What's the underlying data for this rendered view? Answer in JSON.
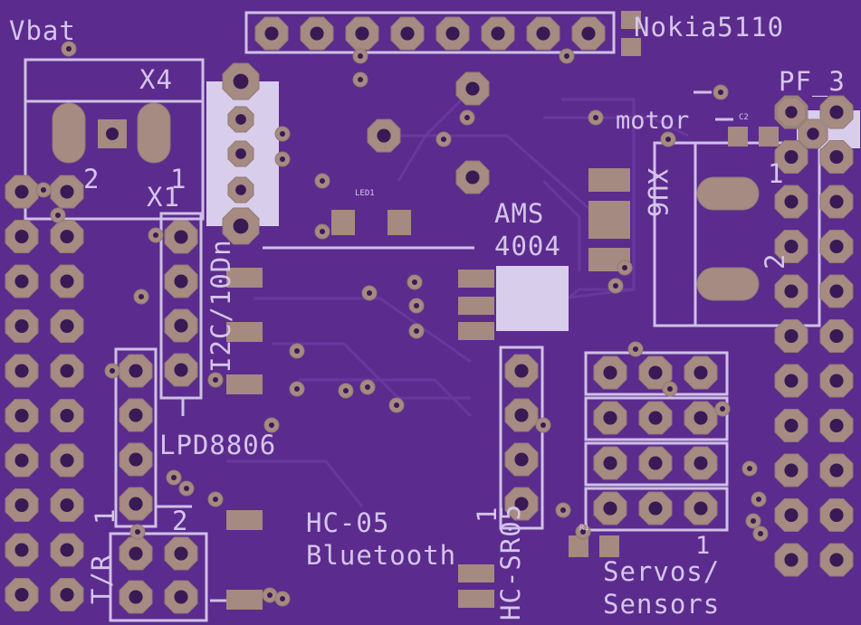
{
  "board": {
    "background": "#5b2b8e",
    "silk_color": "#cfc0e6",
    "pad_color": "#a48a80"
  },
  "labels": {
    "vbat": "Vbat",
    "x4": "X4",
    "x4_pin2": "2",
    "x4_pin1": "1",
    "x1": "X1",
    "nokia": "Nokia5110",
    "pf3": "PF_3",
    "motor": "motor",
    "c2": "C2",
    "led1": "LED1",
    "ams": "AMS",
    "ams_num": "4004",
    "xu6": "XU6",
    "xu6_pin1": "1",
    "xu6_pin2": "2",
    "i2c": "I2C/10Dn",
    "lpd": "LPD8806",
    "lpd_pin1": "1",
    "lpd_pin2": "2",
    "tr": "T/R",
    "hc05": "HC-05",
    "bluetooth": "Bluetooth",
    "hcsr": "HC-SR05",
    "hcsr_pin1": "1",
    "servos": "Servos/",
    "sensors": "Sensors",
    "servo_pin1": "1",
    "r1": "R1"
  }
}
